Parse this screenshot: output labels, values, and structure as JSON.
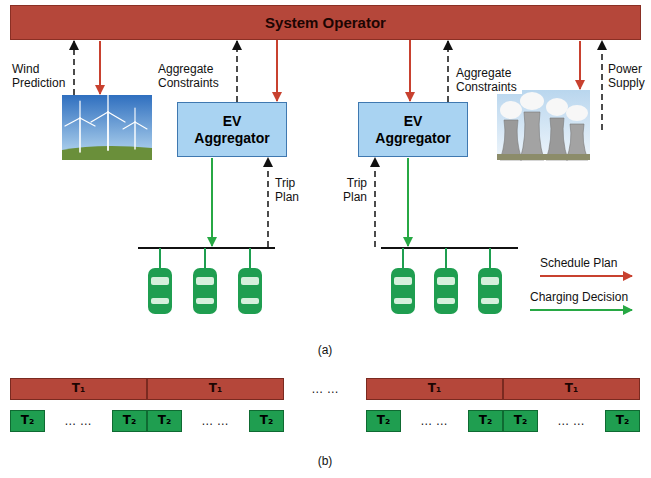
{
  "diagram": {
    "nodes": [
      {
        "text": [
          "System Operator"
        ]
      },
      {
        "text": [
          "EV Aggregator"
        ]
      },
      {
        "text": [
          "EV Aggregator"
        ]
      },
      {
        "text": [
          "T₁"
        ]
      },
      {
        "text": [
          "T₁"
        ]
      },
      {
        "text": [
          "T₁"
        ]
      },
      {
        "text": [
          "T₁"
        ]
      },
      {
        "text": [
          "T₂"
        ]
      },
      {
        "text": [
          "T₂"
        ]
      },
      {
        "text": [
          "T₂"
        ]
      },
      {
        "text": [
          "T₂"
        ]
      },
      {
        "text": [
          "T₂"
        ]
      },
      {
        "text": [
          "T₂"
        ]
      },
      {
        "text": [
          "T₂"
        ]
      },
      {
        "text": [
          "T₂"
        ]
      }
    ],
    "edges": [
      {
        "from": 1,
        "to": 0,
        "arrow": "to",
        "label": "Aggregate Constraints"
      },
      {
        "from": 0,
        "to": 1,
        "arrow": "to"
      },
      {
        "from": 0,
        "to": 2,
        "arrow": "to"
      },
      {
        "from": 2,
        "to": 0,
        "arrow": "to",
        "label": "Aggregate Constraints"
      }
    ],
    "labels": [
      "Wind Prediction",
      "Power Supply",
      "Trip Plan",
      "Trip Plan",
      "(a)",
      "… …",
      "… …",
      "… …",
      "… …",
      "… …",
      "(b)"
    ],
    "legend": [
      {
        "text": "Schedule Plan"
      },
      {
        "text": "Charging Decision"
      }
    ]
  }
}
